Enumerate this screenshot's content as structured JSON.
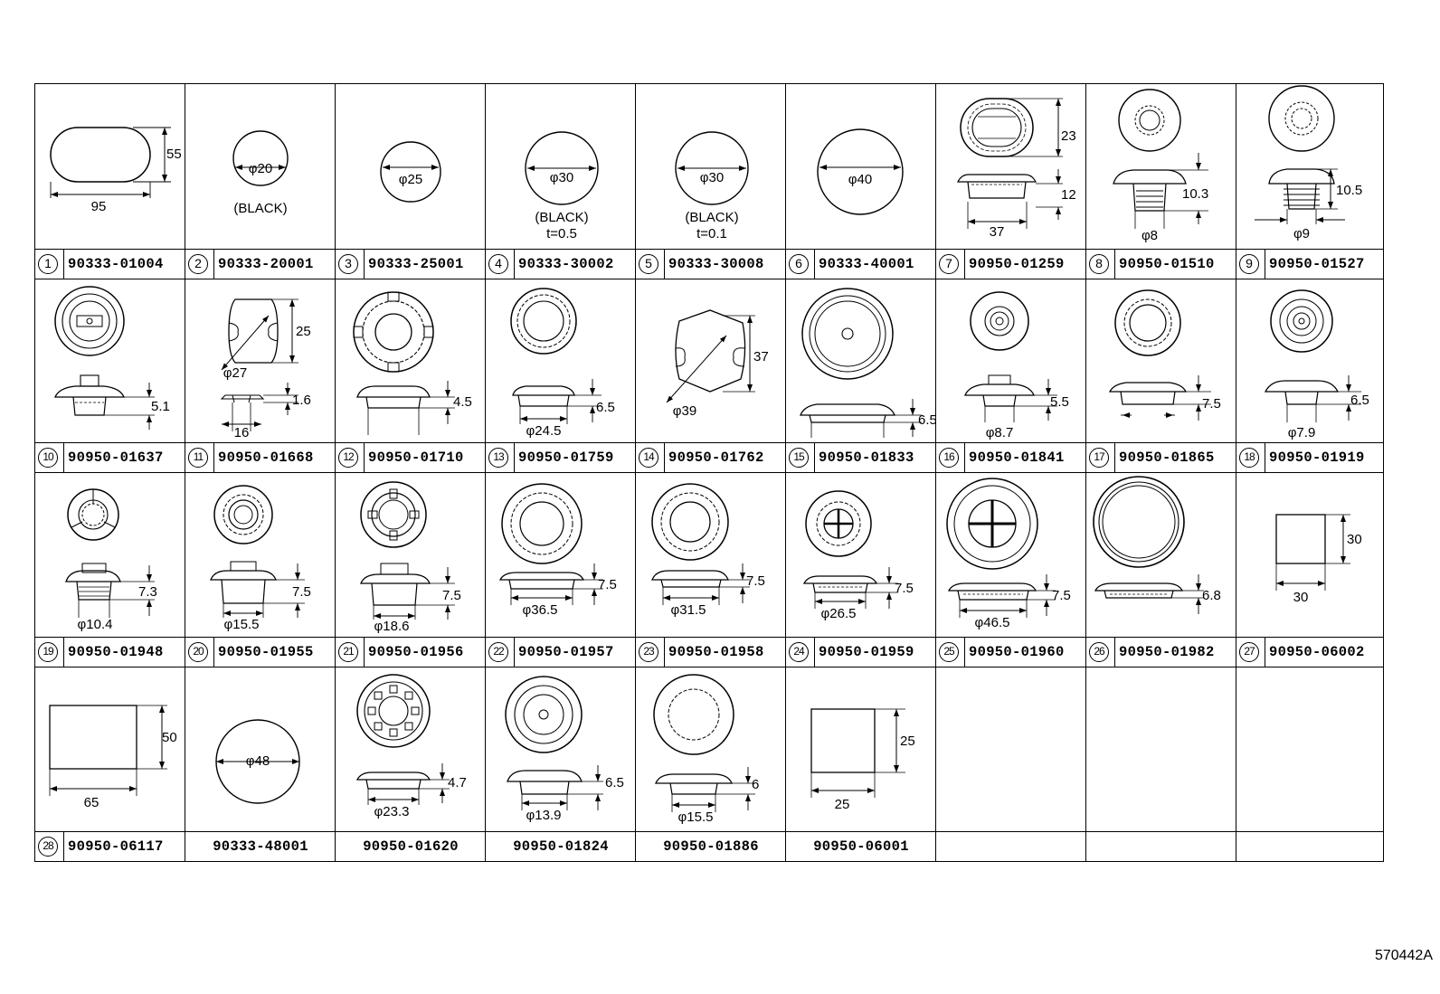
{
  "doc_id": "570442A",
  "rows": [
    {
      "cells": [
        {
          "num": "1",
          "part": "90333-01004"
        },
        {
          "num": "2",
          "part": "90333-20001"
        },
        {
          "num": "3",
          "part": "90333-25001"
        },
        {
          "num": "4",
          "part": "90333-30002"
        },
        {
          "num": "5",
          "part": "90333-30008"
        },
        {
          "num": "6",
          "part": "90333-40001"
        },
        {
          "num": "7",
          "part": "90950-01259"
        },
        {
          "num": "8",
          "part": "90950-01510"
        },
        {
          "num": "9",
          "part": "90950-01527"
        }
      ]
    },
    {
      "cells": [
        {
          "num": "10",
          "part": "90950-01637"
        },
        {
          "num": "11",
          "part": "90950-01668"
        },
        {
          "num": "12",
          "part": "90950-01710"
        },
        {
          "num": "13",
          "part": "90950-01759"
        },
        {
          "num": "14",
          "part": "90950-01762"
        },
        {
          "num": "15",
          "part": "90950-01833"
        },
        {
          "num": "16",
          "part": "90950-01841"
        },
        {
          "num": "17",
          "part": "90950-01865"
        },
        {
          "num": "18",
          "part": "90950-01919"
        }
      ]
    },
    {
      "cells": [
        {
          "num": "19",
          "part": "90950-01948"
        },
        {
          "num": "20",
          "part": "90950-01955"
        },
        {
          "num": "21",
          "part": "90950-01956"
        },
        {
          "num": "22",
          "part": "90950-01957"
        },
        {
          "num": "23",
          "part": "90950-01958"
        },
        {
          "num": "24",
          "part": "90950-01959"
        },
        {
          "num": "25",
          "part": "90950-01960"
        },
        {
          "num": "26",
          "part": "90950-01982"
        },
        {
          "num": "27",
          "part": "90950-06002"
        }
      ]
    },
    {
      "cells": [
        {
          "num": "28",
          "part": "90950-06117"
        },
        {
          "num": "",
          "part": "90333-48001"
        },
        {
          "num": "",
          "part": "90950-01620"
        },
        {
          "num": "",
          "part": "90950-01824"
        },
        {
          "num": "",
          "part": "90950-01886"
        },
        {
          "num": "",
          "part": "90950-06001"
        },
        {
          "num": "",
          "part": ""
        },
        {
          "num": "",
          "part": ""
        },
        {
          "num": "",
          "part": ""
        }
      ]
    }
  ],
  "dims": {
    "r0c0": [
      "55",
      "95"
    ],
    "r0c1": [
      "φ20",
      "(BLACK)"
    ],
    "r0c2": [
      "φ25"
    ],
    "r0c3": [
      "φ30",
      "(BLACK)",
      "t=0.5"
    ],
    "r0c4": [
      "φ30",
      "(BLACK)",
      "t=0.1"
    ],
    "r0c5": [
      "φ40"
    ],
    "r0c6": [
      "23",
      "12",
      "37"
    ],
    "r0c7": [
      "10.3",
      "φ8"
    ],
    "r0c8": [
      "10.5",
      "φ9"
    ],
    "r1c0": [
      "5.1"
    ],
    "r1c1": [
      "25",
      "φ27",
      "1.6",
      "16"
    ],
    "r1c2": [
      "4.5"
    ],
    "r1c3": [
      "6.5",
      "φ24.5"
    ],
    "r1c4": [
      "37",
      "φ39"
    ],
    "r1c5": [
      "6.5"
    ],
    "r1c6": [
      "5.5",
      "φ8.7"
    ],
    "r1c7": [
      "7.5"
    ],
    "r1c8": [
      "6.5",
      "φ7.9"
    ],
    "r2c0": [
      "7.3",
      "φ10.4"
    ],
    "r2c1": [
      "7.5",
      "φ15.5"
    ],
    "r2c2": [
      "7.5",
      "φ18.6"
    ],
    "r2c3": [
      "7.5",
      "φ36.5"
    ],
    "r2c4": [
      "7.5",
      "φ31.5"
    ],
    "r2c5": [
      "7.5",
      "φ26.5"
    ],
    "r2c6": [
      "7.5",
      "φ46.5"
    ],
    "r2c7": [
      "6.8"
    ],
    "r2c8": [
      "30",
      "30"
    ],
    "r3c0": [
      "50",
      "65"
    ],
    "r3c1": [
      "φ48"
    ],
    "r3c2": [
      "4.7",
      "φ23.3"
    ],
    "r3c3": [
      "6.5",
      "φ13.9"
    ],
    "r3c4": [
      "6",
      "φ15.5"
    ],
    "r3c5": [
      "25",
      "25"
    ]
  }
}
